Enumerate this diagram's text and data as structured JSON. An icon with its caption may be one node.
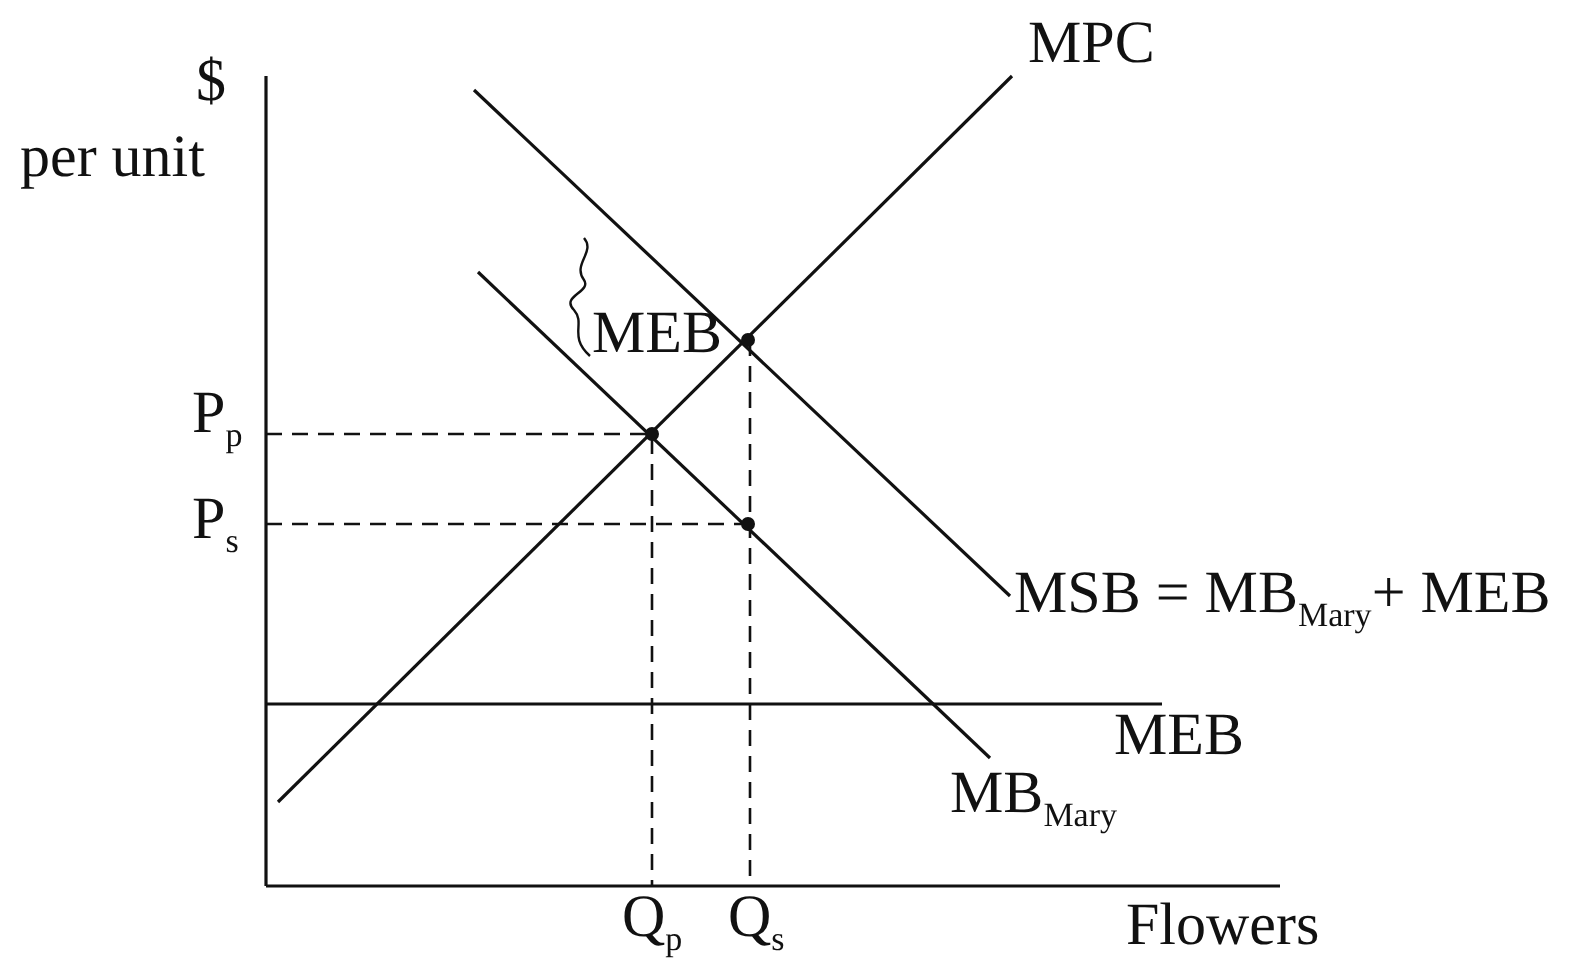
{
  "diagram": {
    "labels": [
      "$",
      "per unit",
      "MPC",
      "MEB",
      "P$_{p}$",
      "P$_{s}$",
      "MSB = MB$_{Mary}$+ MEB",
      "MEB",
      "MB$_{Mary}$",
      "Q$_{p}$",
      "Q$_{s}$",
      "Flowers"
    ]
  }
}
